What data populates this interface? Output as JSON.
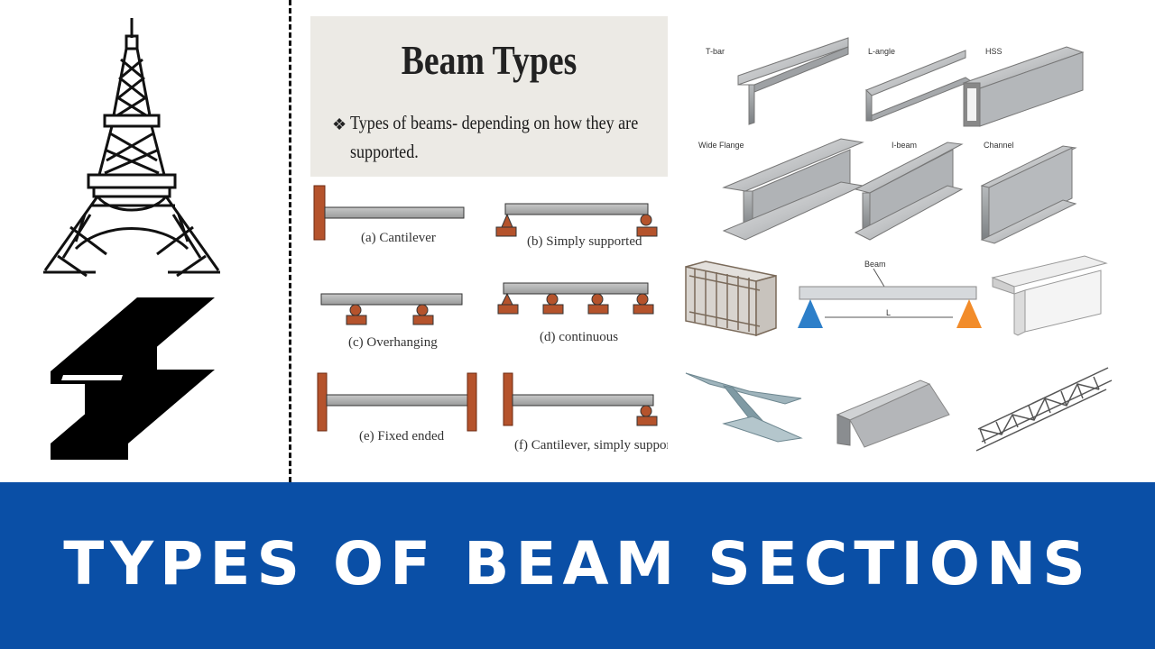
{
  "banner": {
    "title": "TYPES OF BEAM SECTIONS",
    "color": "#0a4fa6"
  },
  "slide": {
    "title": "Beam Types",
    "bullet": "❖",
    "subtitle_line1": "Types of beams- depending on how they are",
    "subtitle_line2": "supported."
  },
  "beam_labels": {
    "a": "(a) Cantilever",
    "b": "(b) Simply supported",
    "c": "(c) Overhanging",
    "d": "(d) continuous",
    "e": "(e) Fixed ended",
    "f": "(f) Cantilever, simply supported"
  },
  "section_labels": {
    "tbar": "T-bar",
    "langle": "L-angle",
    "hss": "HSS",
    "wide_flange": "Wide Flange",
    "ibeam": "I-beam",
    "channel": "Channel",
    "beam": "Beam",
    "length": "L"
  },
  "icons": [
    "eiffel-tower-icon",
    "i-beam-icon"
  ]
}
